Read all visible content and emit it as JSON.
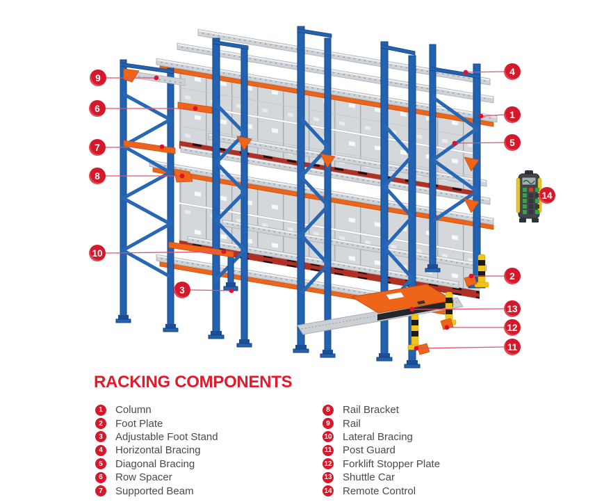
{
  "legend": {
    "title": "RACKING COMPONENTS",
    "left": [
      {
        "num": "1",
        "label": "Column"
      },
      {
        "num": "2",
        "label": "Foot Plate"
      },
      {
        "num": "3",
        "label": "Adjustable Foot Stand"
      },
      {
        "num": "4",
        "label": "Horizontal Bracing"
      },
      {
        "num": "5",
        "label": "Diagonal Bracing"
      },
      {
        "num": "6",
        "label": "Row Spacer"
      },
      {
        "num": "7",
        "label": "Supported Beam"
      }
    ],
    "right": [
      {
        "num": "8",
        "label": "Rail Bracket"
      },
      {
        "num": "9",
        "label": "Rail"
      },
      {
        "num": "10",
        "label": "Lateral Bracing"
      },
      {
        "num": "11",
        "label": "Post Guard"
      },
      {
        "num": "12",
        "label": "Forklift Stopper Plate"
      },
      {
        "num": "13",
        "label": "Shuttle Car"
      },
      {
        "num": "14",
        "label": "Remote Control"
      }
    ]
  },
  "callouts": [
    {
      "num": "1"
    },
    {
      "num": "2"
    },
    {
      "num": "3"
    },
    {
      "num": "4"
    },
    {
      "num": "5"
    },
    {
      "num": "6"
    },
    {
      "num": "7"
    },
    {
      "num": "8"
    },
    {
      "num": "9"
    },
    {
      "num": "10"
    },
    {
      "num": "11"
    },
    {
      "num": "12"
    },
    {
      "num": "13"
    },
    {
      "num": "14"
    }
  ],
  "colors": {
    "callout_red": "#d6182b",
    "leader_line": "#e25268",
    "frame_blue": "#2262b0",
    "beam_orange": "#ee6418",
    "rail_gray": "#ced3d7",
    "title_red": "#e11b2d",
    "legend_text": "#4a4a4a",
    "post_guard_yellow": "#f0c419"
  }
}
